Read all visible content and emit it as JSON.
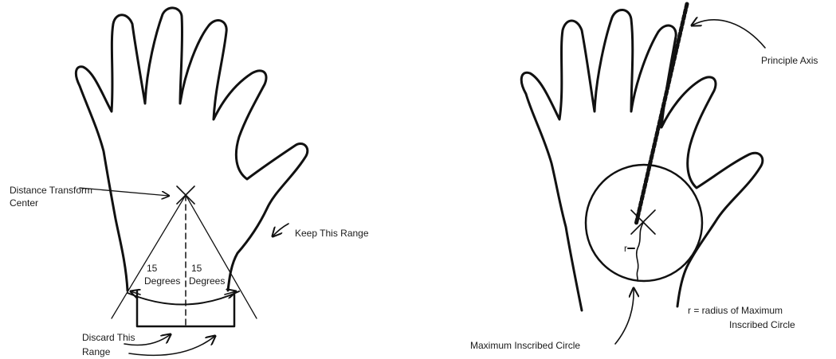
{
  "left_figure": {
    "labels": {
      "center_line1": "Distance Transform",
      "center_line2": "Center",
      "keep_range": "Keep This Range",
      "angle_left_num": "15",
      "angle_left_unit": "Degrees",
      "angle_right_num": "15",
      "angle_right_unit": "Degrees",
      "discard_line1": "Discard This",
      "discard_line2": "Range"
    }
  },
  "right_figure": {
    "labels": {
      "principle_axis": "Principle Axis",
      "radius_symbol": "r",
      "radius_def_line1": "r = radius of Maximum",
      "radius_def_line2": "Inscribed Circle",
      "max_circle": "Maximum Inscribed Circle"
    }
  },
  "colors": {
    "ink": "#111111",
    "background": "#ffffff"
  }
}
